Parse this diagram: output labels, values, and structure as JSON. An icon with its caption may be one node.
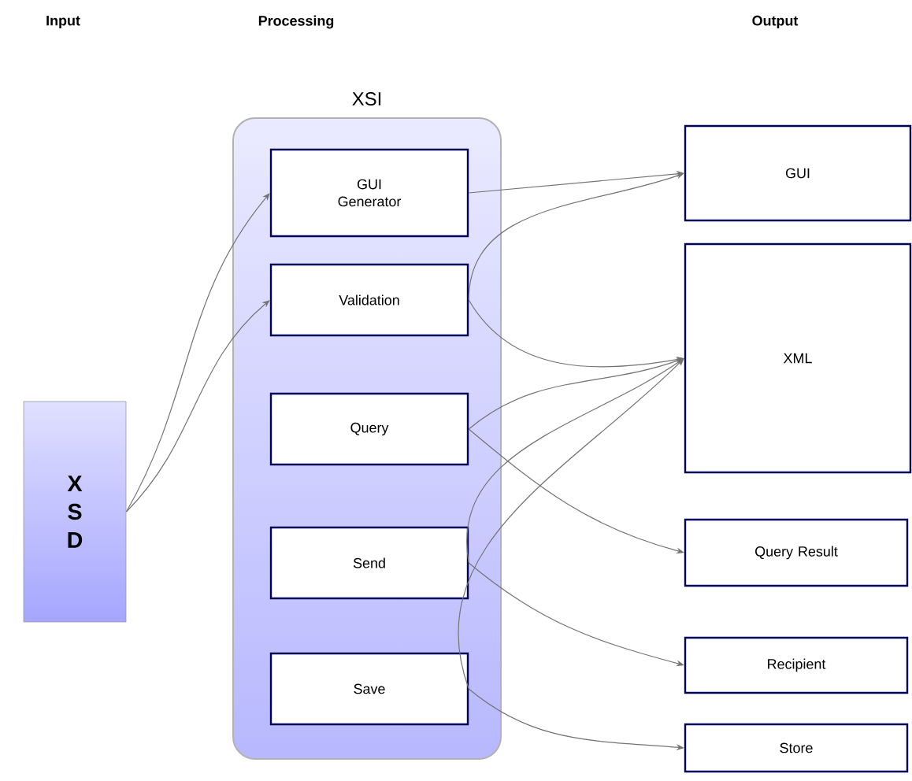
{
  "diagram": {
    "nodes": [
      {
        "text": [
          "XSI"
        ]
      },
      {
        "text": [
          "GUI Generator"
        ],
        "in": 0
      },
      {
        "text": [
          "Validation"
        ],
        "in": 0
      },
      {
        "text": [
          "Query"
        ],
        "in": 0
      },
      {
        "text": [
          "Send"
        ],
        "in": 0
      },
      {
        "text": [
          "Save"
        ],
        "in": 0
      },
      {
        "text": [
          "X S D"
        ]
      },
      {
        "text": [
          "GUI"
        ]
      },
      {
        "text": [
          "XML"
        ]
      },
      {
        "text": [
          "Query Result"
        ]
      },
      {
        "text": [
          "Recipient"
        ]
      },
      {
        "text": [
          "Store"
        ]
      }
    ],
    "edges": [
      {
        "from": 6,
        "to": 1,
        "arrow": "to"
      },
      {
        "from": 6,
        "to": 2,
        "arrow": "to"
      },
      {
        "from": 1,
        "to": 7,
        "arrow": "to"
      },
      {
        "from": 2,
        "to": 7,
        "arrow": "to"
      },
      {
        "from": 2,
        "to": 8,
        "arrow": "to"
      },
      {
        "from": 3,
        "to": 8,
        "arrow": "to"
      },
      {
        "from": 3,
        "to": 9,
        "arrow": "to"
      },
      {
        "from": 4,
        "to": 8,
        "arrow": "to"
      },
      {
        "from": 4,
        "to": 10,
        "arrow": "to"
      },
      {
        "from": 5,
        "to": 8,
        "arrow": "to"
      },
      {
        "from": 5,
        "to": 11,
        "arrow": "to"
      }
    ],
    "labels": [
      "Input",
      "Processing",
      "Output"
    ]
  }
}
